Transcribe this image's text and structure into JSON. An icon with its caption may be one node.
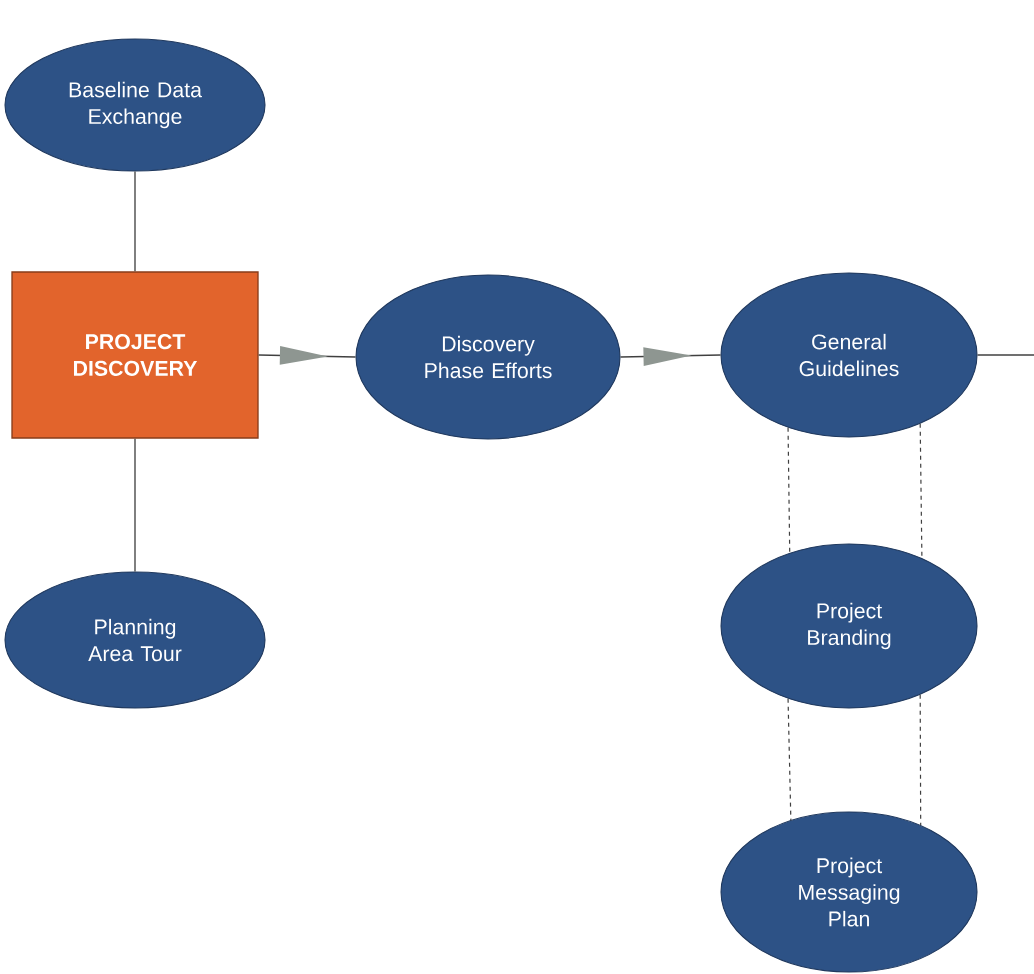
{
  "diagram": {
    "nodes": [
      {
        "text": [
          "Baseline Data Exchange"
        ]
      },
      {
        "text": [
          "PROJECT DISCOVERY"
        ]
      },
      {
        "text": [
          "Planning Area Tour"
        ]
      },
      {
        "text": [
          "Discovery Phase Efforts"
        ]
      },
      {
        "text": [
          "General Guidelines"
        ]
      },
      {
        "text": [
          "Project Branding"
        ]
      },
      {
        "text": [
          "Project Messaging Plan"
        ]
      }
    ],
    "edges": [
      {
        "from": 0,
        "to": 1,
        "arrow": "none"
      },
      {
        "from": 1,
        "to": 2,
        "arrow": "none"
      },
      {
        "from": 1,
        "to": 3,
        "arrow": "to"
      },
      {
        "from": 3,
        "to": 4,
        "arrow": "to"
      },
      {
        "from": 4,
        "to": null,
        "arrow": "none"
      },
      {
        "from": 4,
        "to": 5,
        "arrow": "none",
        "style": "dashed"
      },
      {
        "from": 4,
        "to": 5,
        "arrow": "none",
        "style": "dashed"
      },
      {
        "from": 5,
        "to": 6,
        "arrow": "none",
        "style": "dashed"
      },
      {
        "from": 5,
        "to": 6,
        "arrow": "none",
        "style": "dashed"
      }
    ]
  }
}
